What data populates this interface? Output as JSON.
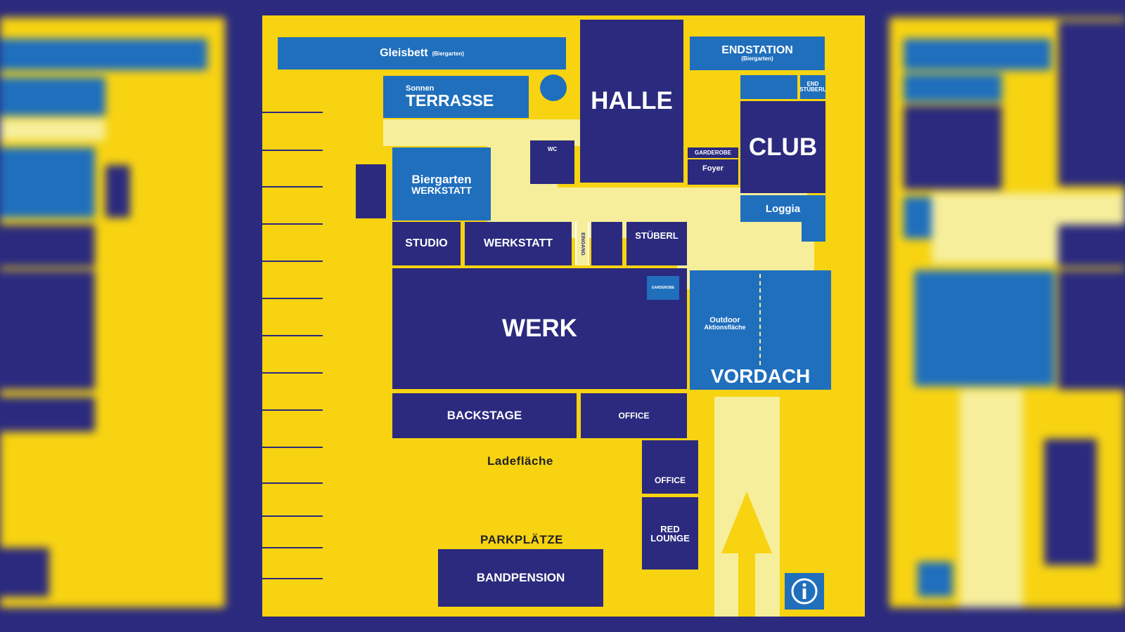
{
  "map": {
    "gleisbett": "Gleisbett",
    "gleisbett_sub": "(Biergarten)",
    "terrasse_small": "Sonnen",
    "terrasse": "TERRASSE",
    "halle": "HALLE",
    "endstation": "ENDSTATION",
    "endstation_sub": "(Biergarten)",
    "end_stuebrl": "END STÜBERL",
    "club": "CLUB",
    "wc": "WC",
    "garderobe": "GARDEROBE",
    "foyer": "Foyer",
    "loggia": "Loggia",
    "biergarten_line1": "Biergarten",
    "biergarten_line2": "WERKSTATT",
    "studio": "STUDIO",
    "werkstatt": "WERKSTATT",
    "eingang": "EINGANG",
    "stuebrl": "STÜBERL",
    "werk": "WERK",
    "werk_garderobe": "GARDEROBE",
    "outdoor_line1": "Outdoor",
    "outdoor_line2": "Aktionsfläche",
    "vordach": "VORDACH",
    "backstage": "BACKSTAGE",
    "office_1": "OFFICE",
    "ladeflaeche": "Ladefläche",
    "office_2": "OFFICE",
    "red_lounge_line1": "RED",
    "red_lounge_line2": "LOUNGE",
    "parkplaetze": "PARKPLÄTZE",
    "bandpension": "BANDPENSION",
    "info_icon": "info-icon",
    "arrow_icon": "arrow-up-icon"
  },
  "colors": {
    "navy": "#2b2a7e",
    "yellow": "#f7d311",
    "blue": "#1f6fbd",
    "pale_yellow": "#f6ee9b"
  }
}
